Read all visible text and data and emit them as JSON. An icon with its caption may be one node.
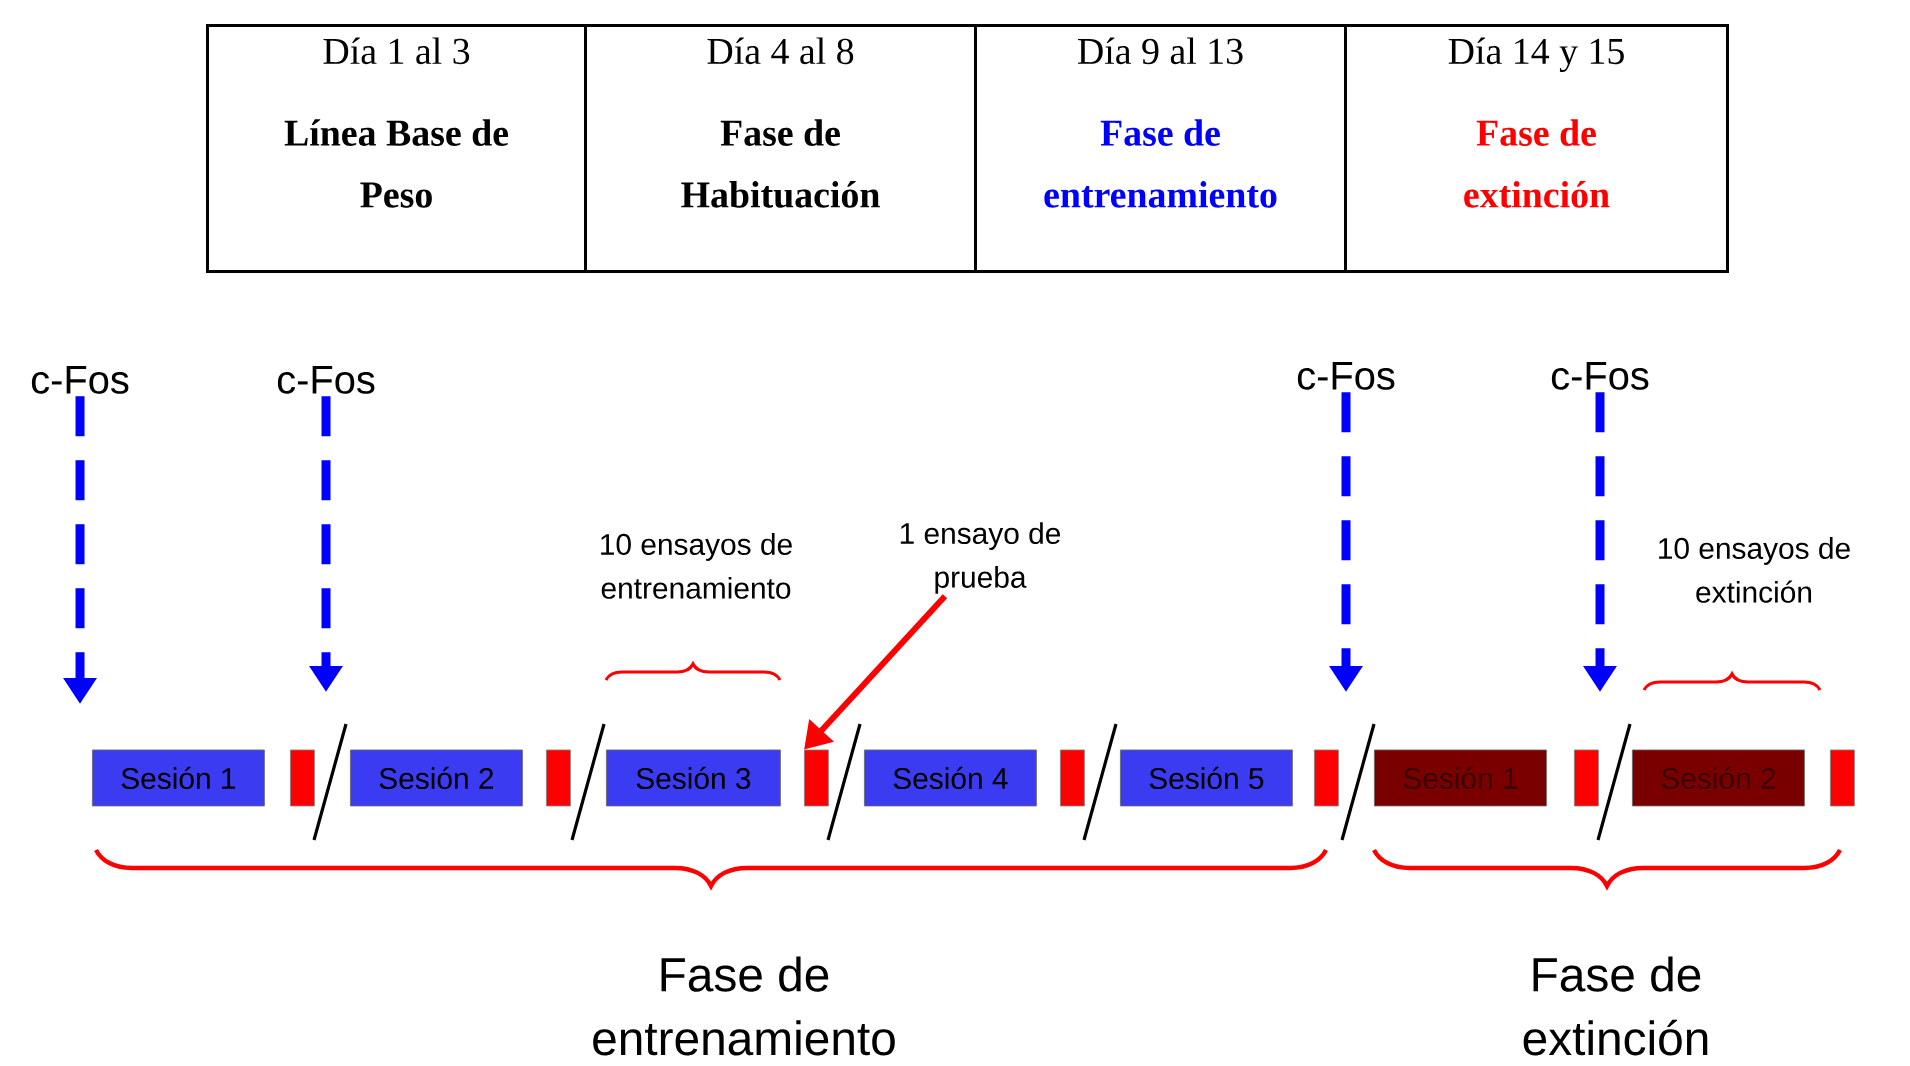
{
  "diagram": {
    "nodes": [
      {
        "text": [
          "Día 1 al 3",
          "Línea Base de Peso"
        ]
      },
      {
        "text": [
          "Día 4 al 8",
          "Fase de Habituación"
        ]
      },
      {
        "text": [
          "Día 9 al 13",
          "Fase de entrenamiento"
        ]
      },
      {
        "text": [
          "Día 14 y 15",
          "Fase de extinción"
        ]
      },
      {
        "text": [
          "c-Fos"
        ]
      },
      {
        "text": [
          "c-Fos"
        ]
      },
      {
        "text": [
          "c-Fos"
        ]
      },
      {
        "text": [
          "c-Fos"
        ]
      },
      {
        "text": [
          "1 ensayo de prueba"
        ]
      },
      {
        "text": [
          "Sesión 1"
        ]
      },
      {
        "text": [],
        "shape": "bar"
      },
      {
        "text": [
          "Sesión 2"
        ]
      },
      {
        "text": [],
        "shape": "bar"
      },
      {
        "text": [
          "Sesión 3"
        ]
      },
      {
        "text": [],
        "shape": "bar"
      },
      {
        "text": [
          "Sesión 4"
        ]
      },
      {
        "text": [],
        "shape": "bar"
      },
      {
        "text": [
          "Sesión 5"
        ]
      },
      {
        "text": [],
        "shape": "bar"
      },
      {
        "text": [
          "Sesión 1"
        ]
      },
      {
        "text": [],
        "shape": "bar"
      },
      {
        "text": [
          "Sesión 2"
        ]
      },
      {
        "text": [],
        "shape": "bar"
      }
    ],
    "edges": [
      {
        "from": 4,
        "to": null,
        "arrow": "to",
        "style": "dashed"
      },
      {
        "from": 5,
        "to": null,
        "arrow": "to",
        "style": "dashed"
      },
      {
        "from": 6,
        "to": null,
        "arrow": "to",
        "style": "dashed"
      },
      {
        "from": 7,
        "to": null,
        "arrow": "to",
        "style": "dashed"
      },
      {
        "from": 8,
        "to": 14,
        "arrow": "to",
        "color": "#ff0000"
      }
    ],
    "labels": [
      "10 ensayos de entrenamiento",
      "10 ensayos de extinción",
      "Fase de entrenamiento",
      "Fase de extinción"
    ]
  }
}
